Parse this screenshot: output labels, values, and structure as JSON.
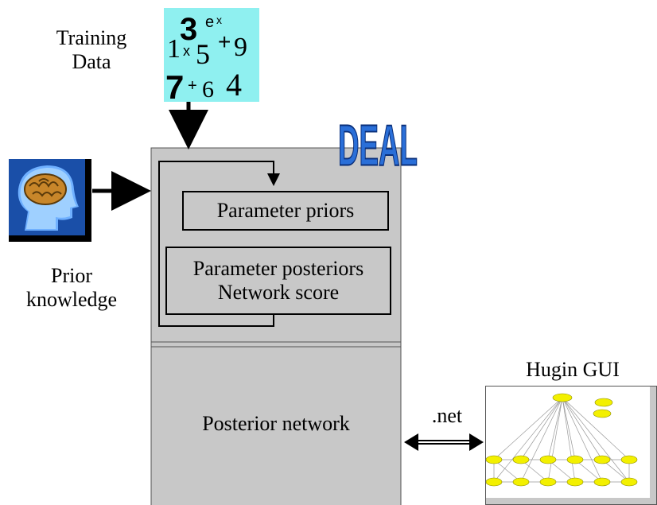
{
  "labels": {
    "training_data": [
      "Training",
      "Data"
    ],
    "prior_knowledge": [
      "Prior",
      "knowledge"
    ],
    "deal_logo": "DEAL",
    "parameter_priors": "Parameter priors",
    "parameter_posteriors": [
      "Parameter posteriors",
      "Network score"
    ],
    "posterior_network": "Posterior network",
    "net": ".net",
    "hugin_gui": "Hugin GUI"
  },
  "training_glyphs": [
    "3",
    "e",
    "x",
    "1",
    "x",
    "5",
    "+",
    "9",
    "7",
    "+",
    "6",
    "4"
  ],
  "colors": {
    "panel": "#c8c8c8",
    "training_bg": "#8ff0f0",
    "deal_logo": "#2a6fd8",
    "brain_bg": "#1a4fa8",
    "hugin_node": "#f3f000"
  },
  "icons": [
    "training-data-image",
    "brain-head-icon",
    "deal-logo",
    "hugin-network-thumbnail"
  ]
}
